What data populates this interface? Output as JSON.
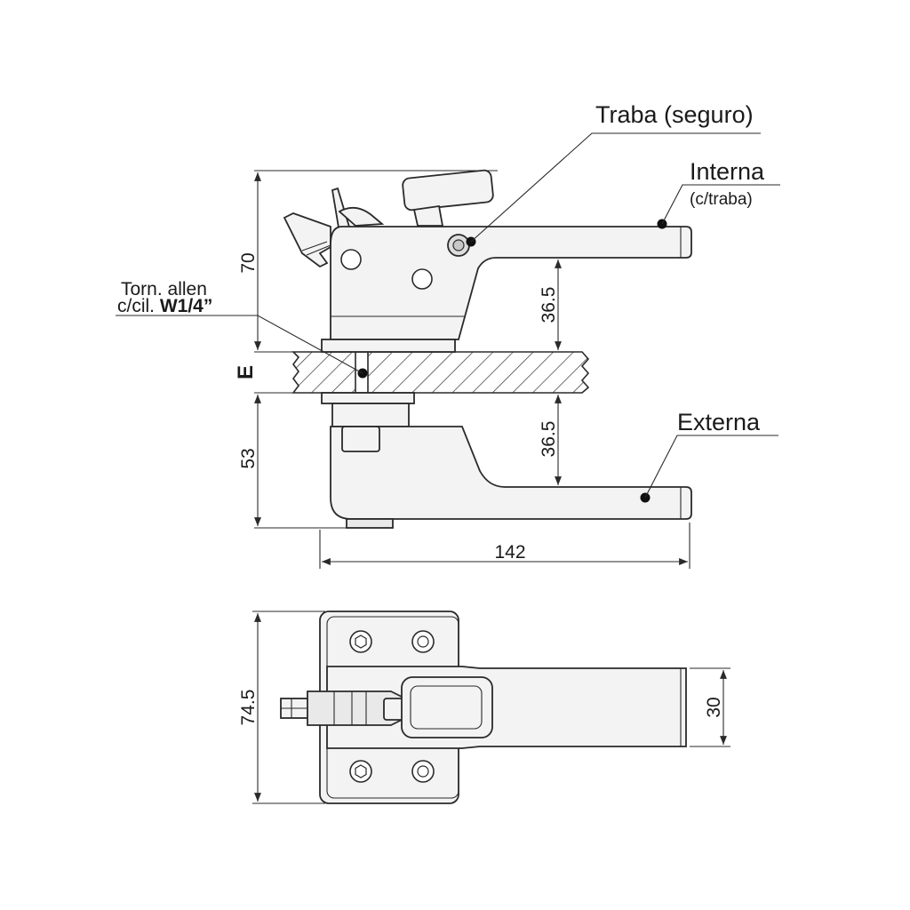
{
  "labels": {
    "traba": "Traba (seguro)",
    "interna": "Interna",
    "interna_sub": "(c/traba)",
    "externa": "Externa",
    "torn_line1": "Torn. allen",
    "torn_line2_prefix": "c/cil. ",
    "torn_line2_bold": "W1/4”",
    "e_mark": "E"
  },
  "dimensions": {
    "height_top": "70",
    "height_bottom": "53",
    "gap_upper": "36.5",
    "gap_lower": "36.5",
    "width": "142",
    "plate_height": "74.5",
    "handle_width": "30"
  }
}
